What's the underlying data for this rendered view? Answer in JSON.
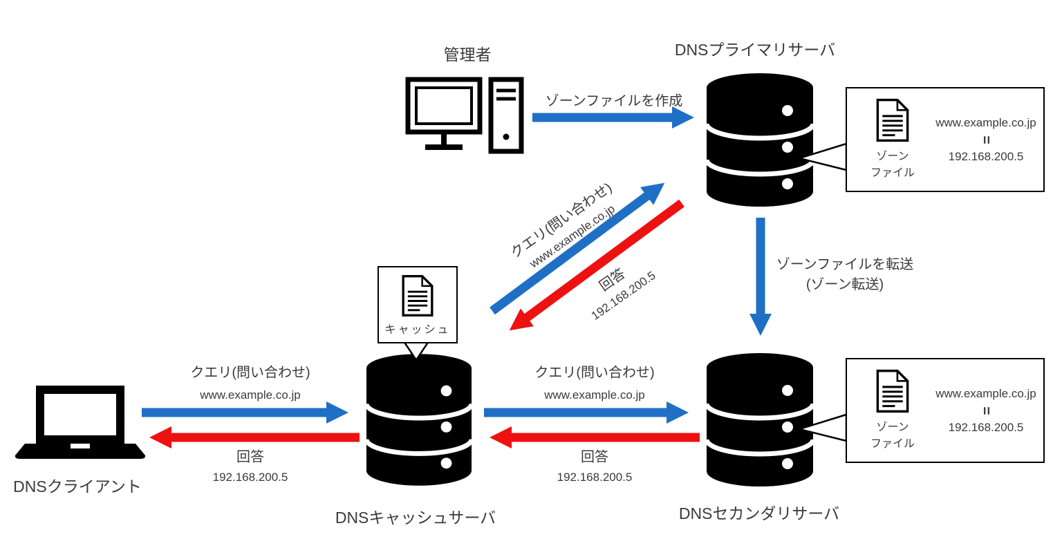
{
  "colors": {
    "blue": "#1f6fc5",
    "red": "#ee1111"
  },
  "nodes": {
    "admin": "管理者",
    "primary": "DNSプライマリサーバ",
    "secondary": "DNSセカンダリサーバ",
    "cache": "DNSキャッシュサーバ",
    "client": "DNSクライアント"
  },
  "labels": {
    "create_zone": "ゾーンファイルを作成",
    "transfer_zone": "ゾーンファイルを転送\n(ゾーン転送)",
    "query": "クエリ(問い合わせ)",
    "host": "www.example.co.jp",
    "answer": "回答",
    "ip": "192.168.200.5",
    "equals": "=",
    "zone_file": "ゾーン\nファイル",
    "cache_file": "キャッシュ"
  }
}
